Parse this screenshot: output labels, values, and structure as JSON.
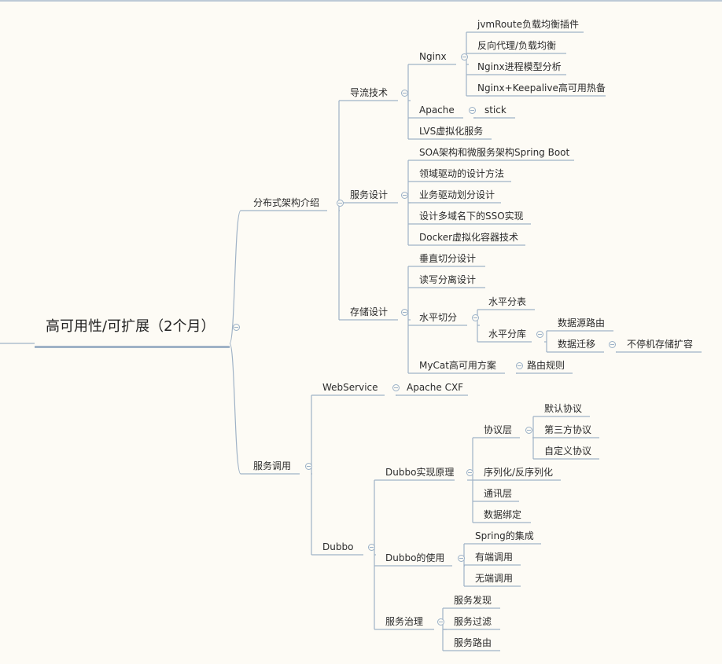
{
  "root": {
    "label": "高可用性/可扩展（2个月）"
  },
  "colors": {
    "line": "#9fb2c6",
    "background": "#fdfbf5",
    "text": "#2b2b2b"
  },
  "nodes": {
    "distributed": "分布式架构介绍",
    "traffic": "导流技术",
    "nginx": "Nginx",
    "jvmroute": "jvmRoute负载均衡插件",
    "reverse_proxy": "反向代理/负载均衡",
    "nginx_process": "Nginx进程模型分析",
    "nginx_keepalive": "Nginx+Keepalive高可用热备",
    "apache": "Apache",
    "stick": "stick",
    "lvs": "LVS虚拟化服务",
    "service_design": "服务设计",
    "soa": "SOA架构和微服务架构Spring Boot",
    "ddd": "领域驱动的设计方法",
    "business_split": "业务驱动划分设计",
    "sso": "设计多域名下的SSO实现",
    "docker": "Docker虚拟化容器技术",
    "storage_design": "存储设计",
    "vertical_split": "垂直切分设计",
    "rw_split": "读写分离设计",
    "horizontal_split": "水平切分",
    "horiz_table": "水平分表",
    "horiz_db": "水平分库",
    "datasource_route": "数据源路由",
    "data_migration": "数据迁移",
    "no_downtime": "不停机存储扩容",
    "mycat": "MyCat高可用方案",
    "route_rules": "路由规则",
    "service_call": "服务调用",
    "webservice": "WebService",
    "apache_cxf": "Apache CXF",
    "dubbo": "Dubbo",
    "dubbo_principle": "Dubbo实现原理",
    "protocol_layer": "协议层",
    "default_protocol": "默认协议",
    "third_protocol": "第三方协议",
    "custom_protocol": "自定义协议",
    "serialization": "序列化/反序列化",
    "comm_layer": "通讯层",
    "data_binding": "数据绑定",
    "dubbo_usage": "Dubbo的使用",
    "spring_integration": "Spring的集成",
    "with_registry": "有端调用",
    "without_registry": "无端调用",
    "governance": "服务治理",
    "discovery": "服务发现",
    "filter": "服务过滤",
    "routing": "服务路由"
  }
}
